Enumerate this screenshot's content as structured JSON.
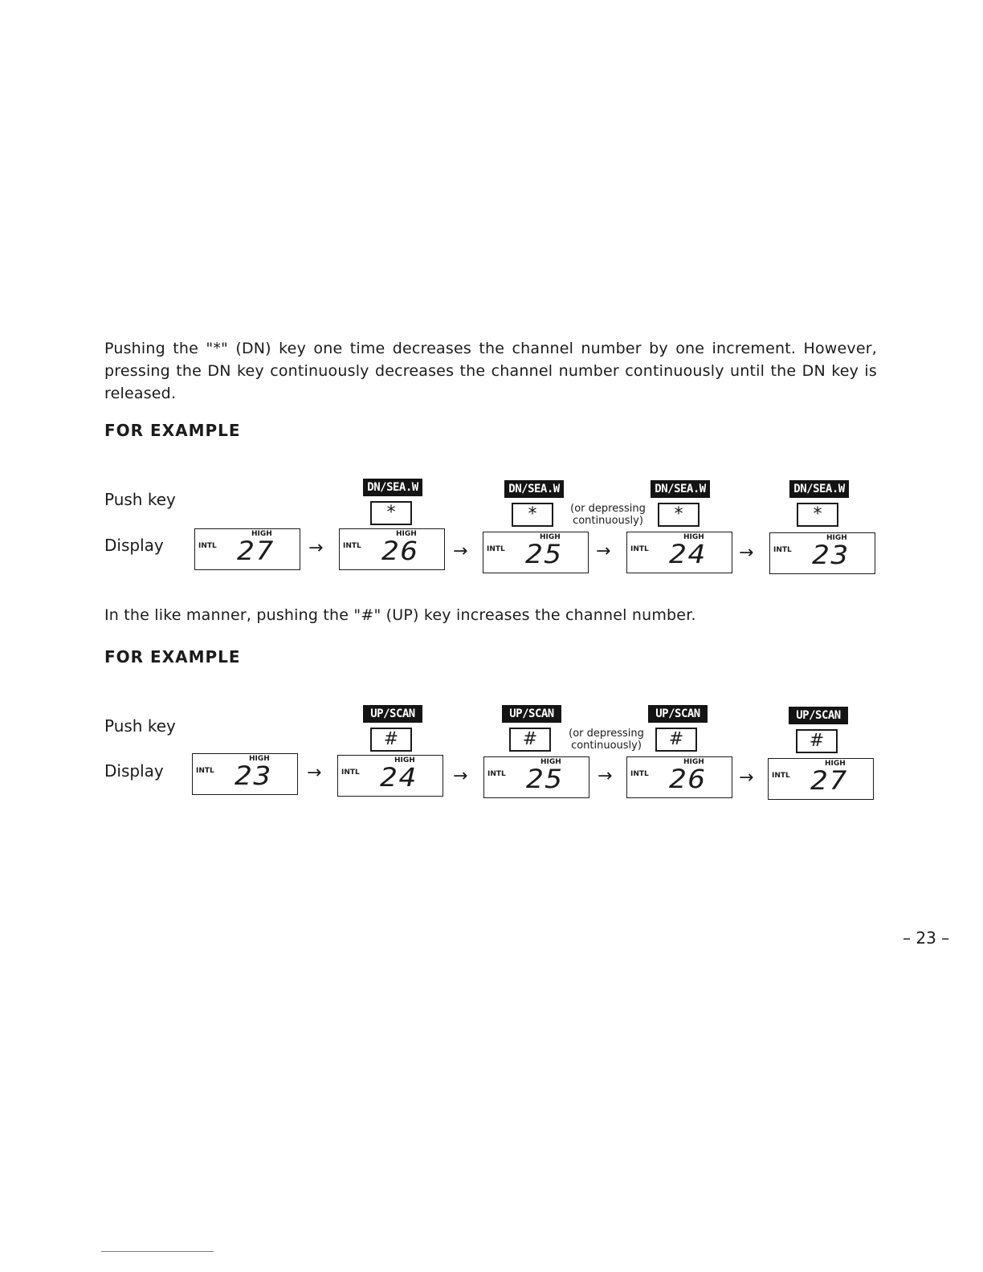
{
  "intro_text": "Pushing the \"*\" (DN) key one time decreases the channel number by one increment. However, pressing the DN key continuously decreases the channel number continuously until the DN key is released.",
  "example_heading": "FOR EXAMPLE",
  "up_text": "In the like manner, pushing the \"#\" (UP) key increases the channel number.",
  "labels": {
    "push_key": "Push key",
    "display": "Display"
  },
  "note_text": "(or depressing continuously)",
  "example1": {
    "key_label": "DN/SEA.W",
    "key_symbol": "*",
    "displays": [
      {
        "mode": "INTL",
        "power": "HIGH",
        "channel": "27"
      },
      {
        "mode": "INTL",
        "power": "HIGH",
        "channel": "26"
      },
      {
        "mode": "INTL",
        "power": "HIGH",
        "channel": "25"
      },
      {
        "mode": "INTL",
        "power": "HIGH",
        "channel": "24"
      },
      {
        "mode": "INTL",
        "power": "HIGH",
        "channel": "23"
      }
    ]
  },
  "example2": {
    "key_label": "UP/SCAN",
    "key_symbol": "#",
    "displays": [
      {
        "mode": "INTL",
        "power": "HIGH",
        "channel": "23"
      },
      {
        "mode": "INTL",
        "power": "HIGH",
        "channel": "24"
      },
      {
        "mode": "INTL",
        "power": "HIGH",
        "channel": "25"
      },
      {
        "mode": "INTL",
        "power": "HIGH",
        "channel": "26"
      },
      {
        "mode": "INTL",
        "power": "HIGH",
        "channel": "27"
      }
    ]
  },
  "arrow_symbol": "→",
  "page_number": "– 23 –"
}
